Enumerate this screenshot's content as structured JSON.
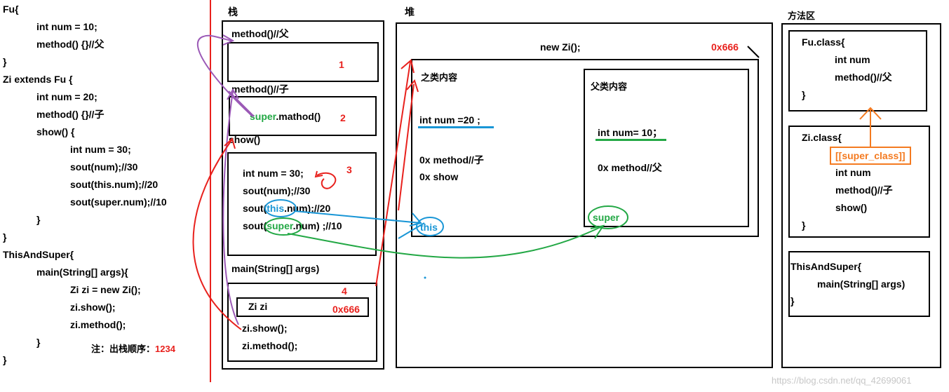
{
  "code": {
    "lines": [
      "Fu{",
      "int num = 10;",
      "method() {}//父",
      "}",
      "Zi extends Fu {",
      "int num = 20;",
      "method() {}//子",
      "show() {",
      "int num = 30;",
      "sout(num);//30",
      "sout(this.num);//20",
      "sout(super.num);//10",
      "}",
      "}",
      "ThisAndSuper{",
      "main(String[] args){",
      "Zi zi = new Zi();",
      "zi.show();",
      "zi.method();",
      "}",
      "}"
    ],
    "note_label": "注：出栈顺序：",
    "note_value": "1234"
  },
  "stack": {
    "title": "栈",
    "frame1_label": "method()//父",
    "frame1_num": "1",
    "frame2_label": "method()//子",
    "frame2_super": "super",
    "frame2_call": ".mathod()",
    "frame2_num": "2",
    "frame3_label": "show()",
    "frame3_line1": "int num = 30;",
    "frame3_line2": "sout(num);//30",
    "frame3_line3a": "sout(",
    "frame3_line3b": "this",
    "frame3_line3c": ".num);//20",
    "frame3_line4a": "sout(",
    "frame3_line4b": "super",
    "frame3_line4c": ".num) ;//10",
    "frame3_num": "3",
    "frame4_label": "main(String[] args)",
    "frame4_num": "4",
    "frame4_var": "Zi zi",
    "frame4_addr": "0x666",
    "frame4_call1": "zi.show();",
    "frame4_call2": "zi.method();"
  },
  "heap": {
    "title": "堆",
    "obj_label": "new Zi();",
    "obj_addr": "0x666",
    "child_title": "之类内容",
    "child_num": "int num =20 ;",
    "child_method": "0x method//子",
    "child_show": "0x show",
    "child_this": "this",
    "parent_title": "父类内容",
    "parent_num": "int num= 10；",
    "parent_method": "0x method//父",
    "parent_super": "super"
  },
  "method_area": {
    "title": "方法区",
    "fu_class": "Fu.class{",
    "fu_num": "int num",
    "fu_method": "method()//父",
    "fu_close": "}",
    "zi_class": "Zi.class{",
    "zi_super": "[[super_class]]",
    "zi_num": "int num",
    "zi_method": "method()//子",
    "zi_show": "show()",
    "zi_close": "}",
    "tas_class": "ThisAndSuper{",
    "tas_main": "main(String[] args)",
    "tas_close": "}"
  },
  "watermark": "https://blog.csdn.net/qq_42699061",
  "colors": {
    "red": "#e8211d",
    "green": "#23a845",
    "blue": "#1996d6",
    "orange": "#f47a20",
    "purple": "#9b59b6"
  }
}
